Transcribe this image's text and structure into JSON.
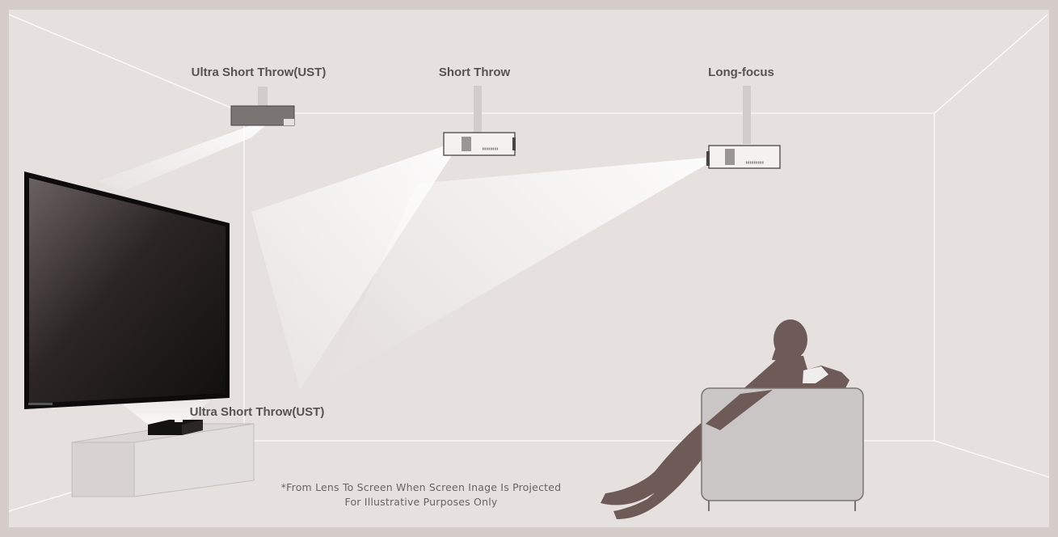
{
  "labels": {
    "ust_ceiling": "Ultra Short Throw(UST)",
    "short_throw": "Short Throw",
    "long_focus": "Long-focus",
    "ust_floor": "Ultra Short Throw(UST)"
  },
  "footnote": {
    "line1": "*From Lens To Screen When Screen Inage Is Projected",
    "line2": "For Illustrative Purposes Only"
  },
  "colors": {
    "background": "#e6e1df",
    "frame": "#d6cdca",
    "label_text": "#595250",
    "silhouette": "#6e5a56",
    "armchair": "#cac6c5",
    "screen_border": "#111111"
  }
}
